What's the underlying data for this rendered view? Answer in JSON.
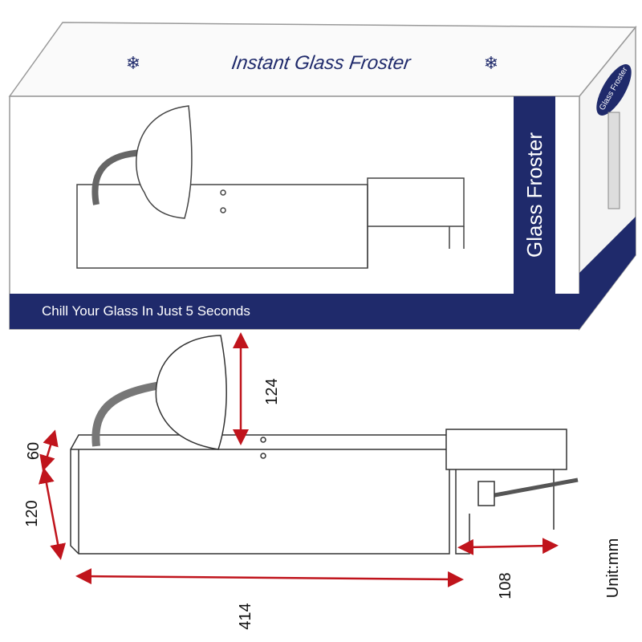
{
  "box": {
    "title": "Instant Glass Froster",
    "side_label": "Glass Froster",
    "side_top_label": "Glass Froster",
    "tagline": "Chill Your Glass In Just 5 Seconds"
  },
  "dimensions": {
    "head_height": "124",
    "top_offset": "60",
    "body_height": "120",
    "length": "414",
    "clamp": "108",
    "unit": "Unit:mm"
  },
  "colors": {
    "brand_blue": "#1f2a6b",
    "arrow_red": "#c0141c"
  }
}
